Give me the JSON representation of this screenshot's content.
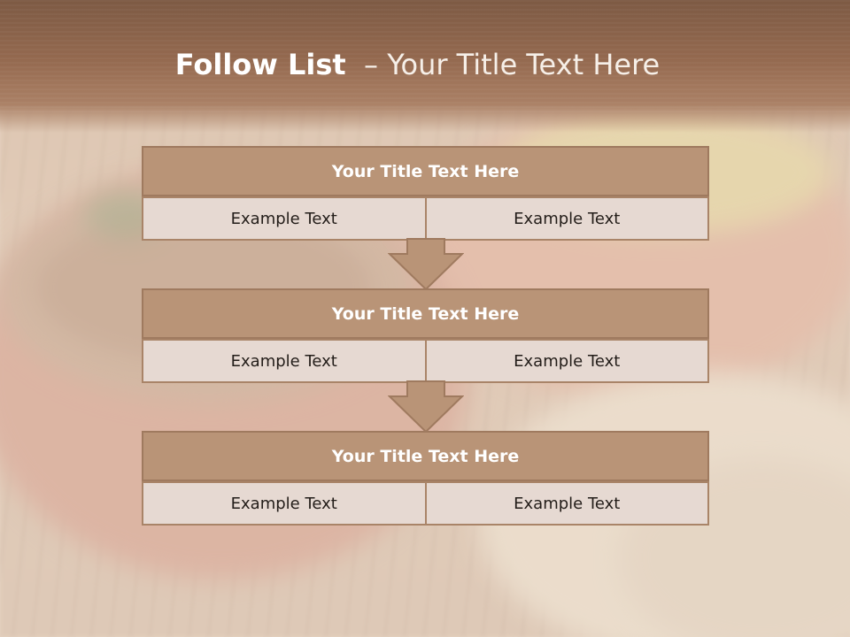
{
  "slide": {
    "title_bold": "Follow List",
    "title_rest": "  – Your Title Text Here"
  },
  "blocks": [
    {
      "title": "Your Title Text Here",
      "cells": [
        "Example Text",
        "Example Text"
      ]
    },
    {
      "title": "Your Title Text Here",
      "cells": [
        "Example Text",
        "Example Text"
      ]
    },
    {
      "title": "Your Title Text Here",
      "cells": [
        "Example Text",
        "Example Text"
      ]
    }
  ],
  "colors": {
    "header_fill": "#b99477",
    "cell_fill": "#e6d9d2",
    "title_band": "#8c6349",
    "arrow_fill": "#b99477"
  },
  "icons": [
    "down-arrow-icon",
    "down-arrow-icon"
  ]
}
